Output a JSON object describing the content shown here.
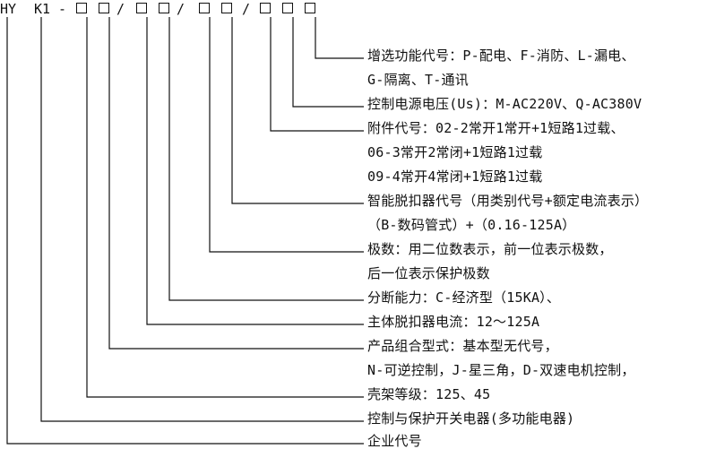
{
  "code": {
    "prefix_hy": "HY",
    "prefix_k1": "K1",
    "dash": "-",
    "slash": "/"
  },
  "rows": {
    "r0a": "增选功能代号：P-配电、F-消防、L-漏电、",
    "r0b": "G-隔离、T-通讯",
    "r1": "控制电源电压(Us)：M-AC220V、Q-AC380V",
    "r2a": "附件代号：02-2常开1常开+1短路1过载、",
    "r2b": "06-3常开2常闭+1短路1过载",
    "r2c": "09-4常开4常闭+1短路1过载",
    "r3a": "智能脱扣器代号（用类别代号+额定电流表示）",
    "r3b": "（B-数码管式）+（0.16-125A）",
    "r4a": "极数：用二位数表示，前一位表示极数，",
    "r4b": "后一位表示保护极数",
    "r5": "分断能力：C-经济型（15KA）、",
    "r6": "主体脱扣器电流：12～125A",
    "r7a": "产品组合型式：基本型无代号，",
    "r7b": "N-可逆控制，J-星三角，D-双速电机控制，",
    "r8": "壳架等级：125、45",
    "r9": "控制与保护开关电器(多功能电器)",
    "r10": "企业代号"
  },
  "colors": {
    "text": "#111111",
    "line": "#111111",
    "background": "#ffffff"
  }
}
